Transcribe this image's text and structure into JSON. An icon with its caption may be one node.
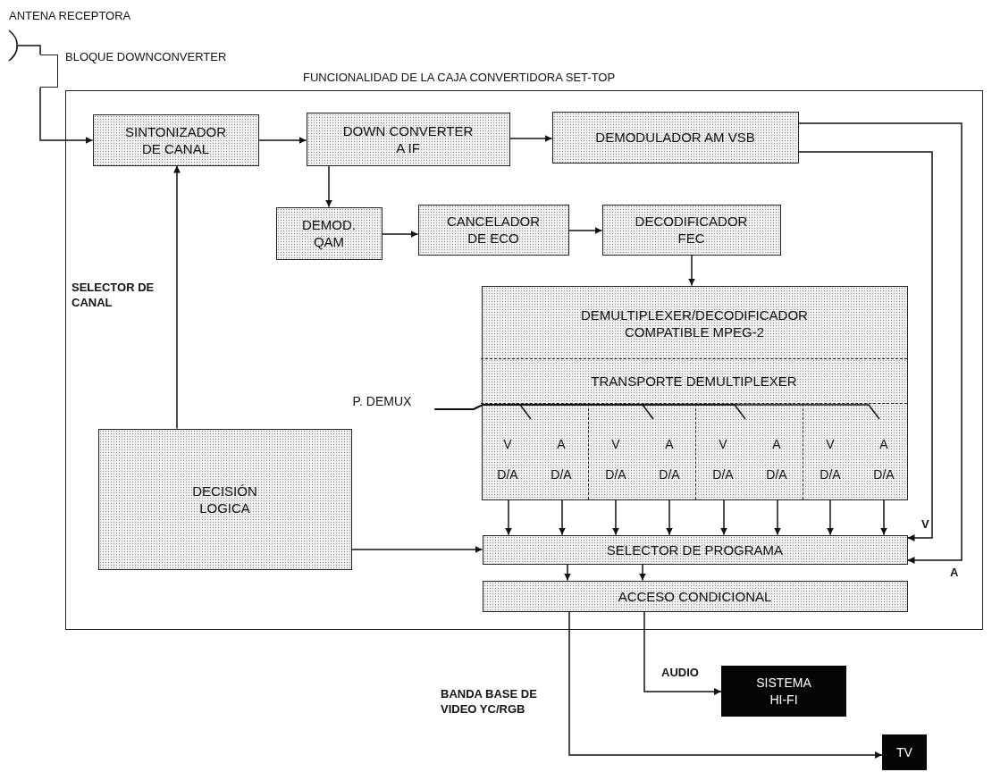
{
  "diagram": {
    "nodes": [
      {
        "text": [
          "FUNCIONALIDAD DE LA CAJA CONVERTIDORA SET-TOP"
        ]
      },
      {
        "text": [],
        "shape": "picture",
        "beside": [
          "ANTENA RECEPTORA"
        ]
      },
      {
        "text": [],
        "shape": "box",
        "beside": [
          "BLOQUE DOWNCONVERTER"
        ]
      },
      {
        "text": [
          "SINTONIZADOR DE CANAL"
        ],
        "in": 0
      },
      {
        "text": [
          "DOWN CONVERTER A IF"
        ],
        "in": 0
      },
      {
        "text": [
          "DEMODULADOR AM VSB"
        ],
        "in": 0
      },
      {
        "text": [
          "DEMOD. QAM"
        ],
        "in": 0
      },
      {
        "text": [
          "CANCELADOR DE ECO"
        ],
        "in": 0
      },
      {
        "text": [
          "DECODIFICADOR FEC"
        ],
        "in": 0
      },
      {
        "text": [
          "DEMULTIPLEXER/DECODIFICADOR COMPATIBLE MPEG-2"
        ],
        "in": 0
      },
      {
        "text": [
          "TRANSPORTE DEMULTIPLEXER"
        ],
        "in": 9
      },
      {
        "text": [
          "V",
          "A",
          "D/A",
          "D/A"
        ],
        "in": 9
      },
      {
        "text": [
          "V",
          "A",
          "D/A",
          "D/A"
        ],
        "in": 9
      },
      {
        "text": [
          "V",
          "A",
          "D/A",
          "D/A"
        ],
        "in": 9
      },
      {
        "text": [
          "V",
          "A",
          "D/A",
          "D/A"
        ],
        "in": 9
      },
      {
        "text": [
          "P. DEMUX"
        ],
        "in": 0
      },
      {
        "text": [
          "DECISIÓN LOGICA"
        ],
        "in": 0
      },
      {
        "text": [
          "SELECTOR DE PROGRAMA"
        ],
        "in": 0
      },
      {
        "text": [
          "ACCESO CONDICIONAL"
        ],
        "in": 0
      },
      {
        "text": [
          "SISTEMA HI-FI"
        ]
      },
      {
        "text": [
          "TV"
        ]
      }
    ],
    "edges": [
      {
        "from": 1,
        "to": 2,
        "arrow": "none"
      },
      {
        "from": 2,
        "to": 3,
        "arrow": "to"
      },
      {
        "from": 3,
        "to": 4,
        "arrow": "to"
      },
      {
        "from": 4,
        "to": 5,
        "arrow": "to"
      },
      {
        "from": 4,
        "to": 6,
        "arrow": "to"
      },
      {
        "from": 6,
        "to": 7,
        "arrow": "to"
      },
      {
        "from": 7,
        "to": 8,
        "arrow": "to"
      },
      {
        "from": 8,
        "to": 9,
        "arrow": "to"
      },
      {
        "from": 11,
        "to": 17,
        "arrow": "to"
      },
      {
        "from": 11,
        "to": 17,
        "arrow": "to"
      },
      {
        "from": 12,
        "to": 17,
        "arrow": "to"
      },
      {
        "from": 12,
        "to": 17,
        "arrow": "to"
      },
      {
        "from": 13,
        "to": 17,
        "arrow": "to"
      },
      {
        "from": 13,
        "to": 17,
        "arrow": "to"
      },
      {
        "from": 14,
        "to": 17,
        "arrow": "to"
      },
      {
        "from": 14,
        "to": 17,
        "arrow": "to"
      },
      {
        "from": 16,
        "to": 3,
        "arrow": "to",
        "label": "SELECTOR DE CANAL"
      },
      {
        "from": 16,
        "to": 17,
        "arrow": "to"
      },
      {
        "from": 5,
        "to": 17,
        "arrow": "to",
        "label": "V"
      },
      {
        "from": 5,
        "to": 17,
        "arrow": "to",
        "label": "A"
      },
      {
        "from": 17,
        "to": 18,
        "arrow": "to"
      },
      {
        "from": 17,
        "to": 18,
        "arrow": "to"
      },
      {
        "from": 18,
        "to": 19,
        "arrow": "to",
        "label": "AUDIO"
      },
      {
        "from": 18,
        "to": 20,
        "arrow": "to",
        "label": "BANDA BASE DE VIDEO YC/RGB"
      },
      {
        "from": 15,
        "to": 11,
        "arrow": "none"
      },
      {
        "from": 15,
        "to": 12,
        "arrow": "none"
      },
      {
        "from": 15,
        "to": 13,
        "arrow": "none"
      },
      {
        "from": 15,
        "to": 14,
        "arrow": "none"
      }
    ]
  }
}
